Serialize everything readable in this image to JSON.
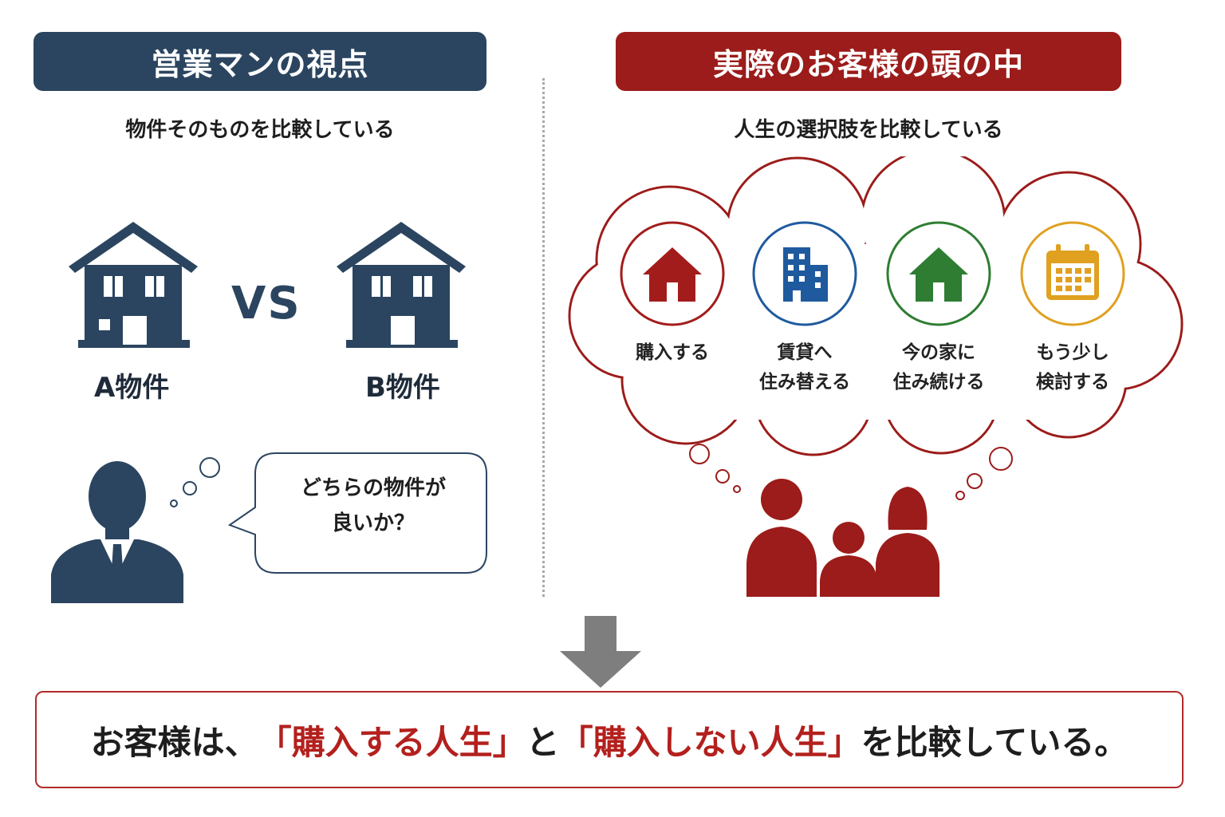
{
  "left": {
    "header": "営業マンの視点",
    "subtitle": "物件そのものを比較している",
    "house_a_label": "A物件",
    "house_b_label": "B物件",
    "vs": "VS",
    "speech_line1": "どちらの物件が",
    "speech_line2": "良いか？",
    "color": "#2b4560"
  },
  "right": {
    "header": "実際のお客様の頭の中",
    "subtitle": "人生の選択肢を比較している",
    "color": "#9b1c1a",
    "options": [
      {
        "line1": "購入する",
        "line2": "",
        "icon": "house-icon",
        "color": "#a31c1c"
      },
      {
        "line1": "賃貸へ",
        "line2": "住み替える",
        "icon": "building-icon",
        "color": "#1f5a9e"
      },
      {
        "line1": "今の家に",
        "line2": "住み続ける",
        "icon": "house-icon",
        "color": "#2e7d32"
      },
      {
        "line1": "もう少し",
        "line2": "検討する",
        "icon": "calendar-icon",
        "color": "#e0a020"
      }
    ]
  },
  "conclusion": {
    "part1": "お客様は、",
    "part2": "「購入する人生」",
    "part3": "と",
    "part4": "「購入しない人生」",
    "part5": "を比較している。"
  }
}
